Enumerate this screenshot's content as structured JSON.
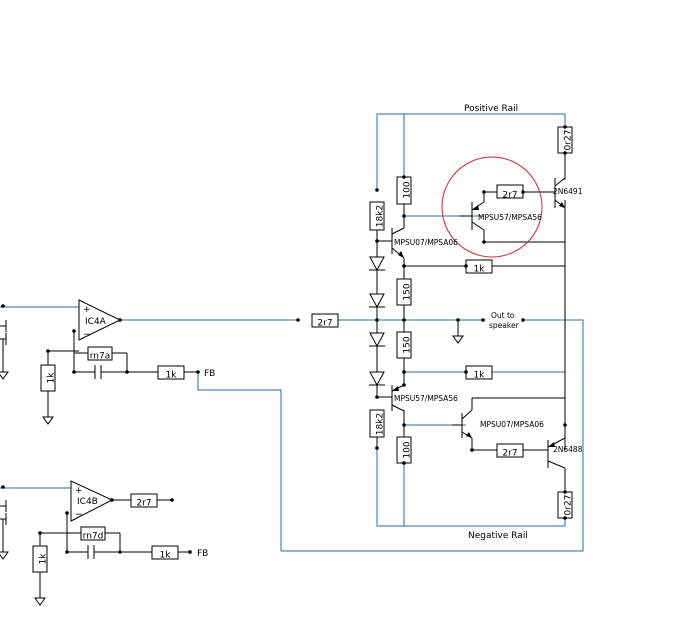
{
  "rails": {
    "positive": "Positive Rail",
    "negative": "Negative Rail"
  },
  "resistors": {
    "r_0r27_top": "0r27",
    "r_100_top": "100",
    "r_18k2_top": "18k2",
    "r_2r7_pre": "2r7",
    "r_2r7_input": "2r7",
    "r_1k_top": "1k",
    "r_150_top": "150",
    "r_150_bot": "150",
    "r_1k_bot": "1k",
    "r_18k2_bot": "18k2",
    "r_100_bot": "100",
    "r_2r7_bot": "2r7",
    "r_0r27_bot": "0r27",
    "rn7a": "rn7a",
    "r_1k_fb_a": "1k",
    "r_1k_gnd_a": "1k",
    "r_2r7_b": "2r7",
    "rn7d": "rn7d",
    "r_1k_fb_b": "1k",
    "r_1k_gnd_b": "1k"
  },
  "transistors": {
    "q_top_out": "2N6491",
    "q_top_driver": "MPSU57/MPSA56",
    "q_top_vbe": "MPSU07/MPSA06",
    "q_bot_vbe": "MPSU57/MPSA56",
    "q_bot_driver": "MPSU07/MPSA06",
    "q_bot_out": "2N6488"
  },
  "opamps": {
    "a": {
      "name": "IC4A",
      "plus": "+",
      "minus": "−"
    },
    "b": {
      "name": "IC4B",
      "plus": "+",
      "minus": "−"
    }
  },
  "labels": {
    "fb_a": "FB",
    "fb_b": "FB",
    "out_line1": "Out to",
    "out_line2": "speaker"
  },
  "colors": {
    "wire": "#000000",
    "signal": "#1f6fb0",
    "highlight": "#d8222a"
  }
}
